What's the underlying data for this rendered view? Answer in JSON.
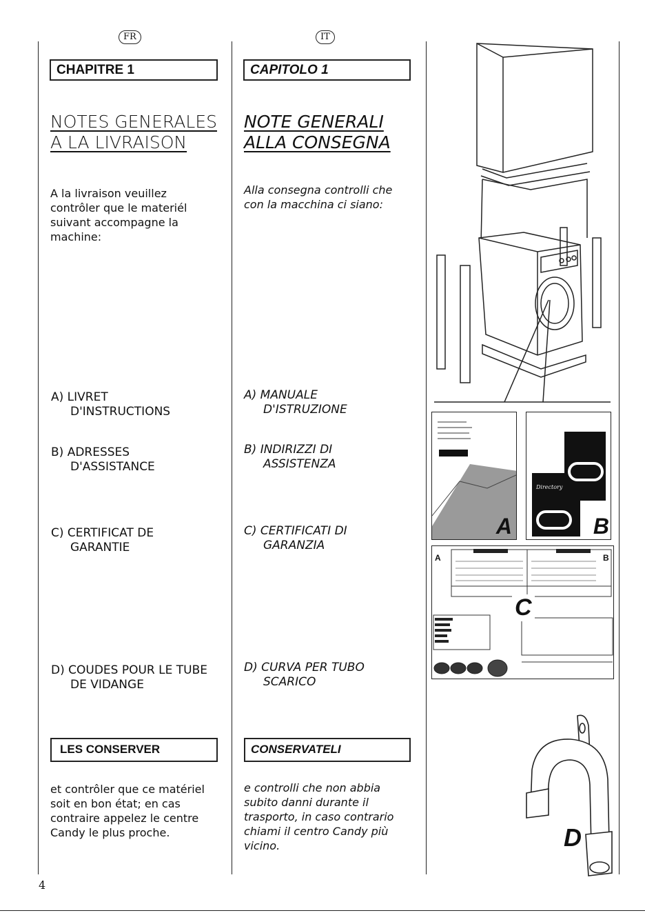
{
  "page_number": "4",
  "french": {
    "lang_badge": "FR",
    "chapter": "CHAPITRE 1",
    "title_line1": "NOTES GENERALES",
    "title_line2": "A LA LIVRAISON",
    "intro": [
      "A la livraison veuillez",
      "contrôler que le materiél",
      "suivant accompagne la",
      "machine:"
    ],
    "items": [
      {
        "line1": "A) LIVRET",
        "line2": "D'INSTRUCTIONS"
      },
      {
        "line1": "B) ADRESSES",
        "line2": "D'ASSISTANCE"
      },
      {
        "line1": "C) CERTIFICAT DE",
        "line2": "GARANTIE"
      },
      {
        "line1": "D) COUDES POUR LE TUBE",
        "line2": "DE VIDANGE"
      }
    ],
    "keep_box": "LES CONSERVER",
    "closing": [
      "et contrôler que ce matériel",
      "soit en bon état; en cas",
      "contraire appelez le centre",
      "Candy le plus proche."
    ]
  },
  "italian": {
    "lang_badge": "IT",
    "chapter": "CAPITOLO 1",
    "title_line1": "NOTE GENERALI",
    "title_line2": "ALLA CONSEGNA",
    "intro": [
      "Alla consegna controlli che",
      "con la macchina ci siano:"
    ],
    "items": [
      {
        "line1": "A) MANUALE",
        "line2": "D'ISTRUZIONE"
      },
      {
        "line1": "B) INDIRIZZI DI",
        "line2": "ASSISTENZA"
      },
      {
        "line1": "C) CERTIFICATI DI",
        "line2": "GARANZIA"
      },
      {
        "line1": "D) CURVA PER TUBO",
        "line2": "SCARICO"
      }
    ],
    "keep_box": "CONSERVATELI",
    "closing": [
      "e controlli che non abbia",
      "subito danni durante il",
      "trasporto, in caso contrario",
      "chiami il centro Candy più",
      "vicino."
    ]
  },
  "figure_labels": {
    "a": "A",
    "b": "B",
    "c": "C",
    "d": "D"
  },
  "figure_small_text": {
    "b_booklet": "Directory",
    "c_left": "A",
    "c_right": "B"
  }
}
